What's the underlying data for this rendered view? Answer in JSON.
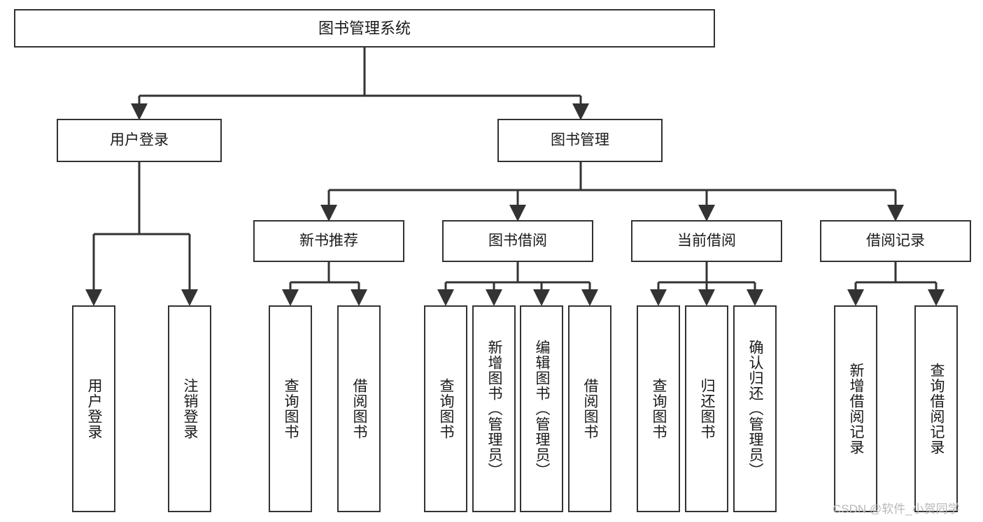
{
  "diagram": {
    "title": "图书管理系统",
    "watermark": "CSDN @软件_小贺同学",
    "colors": {
      "stroke": "#333333",
      "fill": "#ffffff",
      "text": "#1a1a1a",
      "watermark": "#b9b9b9"
    },
    "nodes": {
      "root": {
        "label": "图书管理系统"
      },
      "level2": [
        {
          "id": "user-login",
          "label": "用户登录"
        },
        {
          "id": "book-manage",
          "label": "图书管理"
        }
      ],
      "level3": [
        {
          "id": "new-book-recommend",
          "label": "新书推荐"
        },
        {
          "id": "book-borrow",
          "label": "图书借阅"
        },
        {
          "id": "current-borrow",
          "label": "当前借阅"
        },
        {
          "id": "borrow-record",
          "label": "借阅记录"
        }
      ],
      "leaves": [
        {
          "id": "leaf-user-login",
          "label": "用户登录"
        },
        {
          "id": "leaf-logout-login",
          "label": "注销登录"
        },
        {
          "id": "leaf-query-book-1",
          "label": "查询图书"
        },
        {
          "id": "leaf-borrow-book-1",
          "label": "借阅图书"
        },
        {
          "id": "leaf-query-book-2",
          "label": "查询图书"
        },
        {
          "id": "leaf-add-book",
          "label": "新增图书（管理员）"
        },
        {
          "id": "leaf-edit-book",
          "label": "编辑图书（管理员）"
        },
        {
          "id": "leaf-borrow-book-2",
          "label": "借阅图书"
        },
        {
          "id": "leaf-query-book-3",
          "label": "查询图书"
        },
        {
          "id": "leaf-return-book",
          "label": "归还图书"
        },
        {
          "id": "leaf-confirm-return",
          "label": "确认归还（管理员）"
        },
        {
          "id": "leaf-add-record",
          "label": "新增借阅记录"
        },
        {
          "id": "leaf-query-record",
          "label": "查询借阅记录"
        }
      ]
    }
  }
}
